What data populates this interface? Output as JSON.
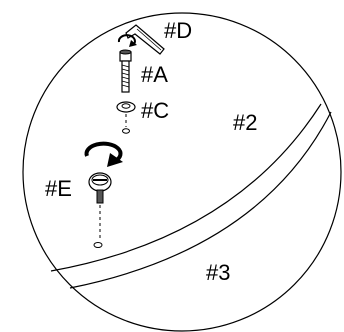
{
  "labels": {
    "part_d": "#D",
    "part_a": "#A",
    "part_c": "#C",
    "part_e": "#E",
    "section_2": "#2",
    "section_3": "#3"
  },
  "colors": {
    "line": "#000000",
    "background": "#ffffff",
    "shading": "#555555"
  },
  "icons": {
    "allen_wrench": "allen-wrench-icon",
    "rotate_arrow_small": "rotate-arrow-icon",
    "bolt": "bolt-icon",
    "washer": "washer-icon",
    "rotate_arrow_large": "rotate-arrow-icon",
    "barrel_nut": "barrel-nut-icon"
  }
}
